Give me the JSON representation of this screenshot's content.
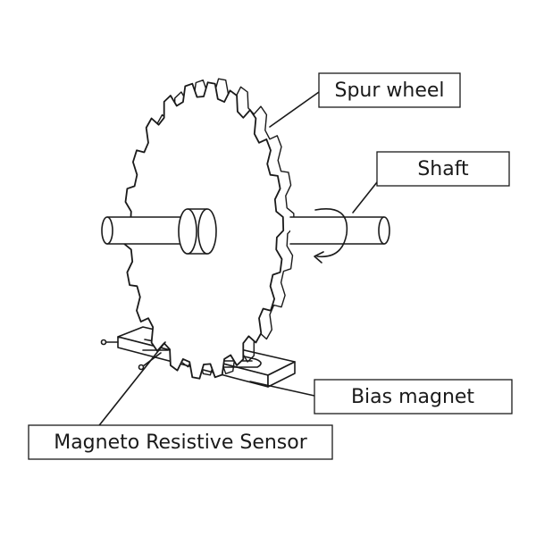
{
  "labels": {
    "spur_wheel": "Spur wheel",
    "shaft": "Shaft",
    "bias_magnet": "Bias magnet",
    "sensor": "Magneto Resistive Sensor"
  },
  "colors": {
    "line": "#1a1a1a",
    "background": "#ffffff"
  }
}
